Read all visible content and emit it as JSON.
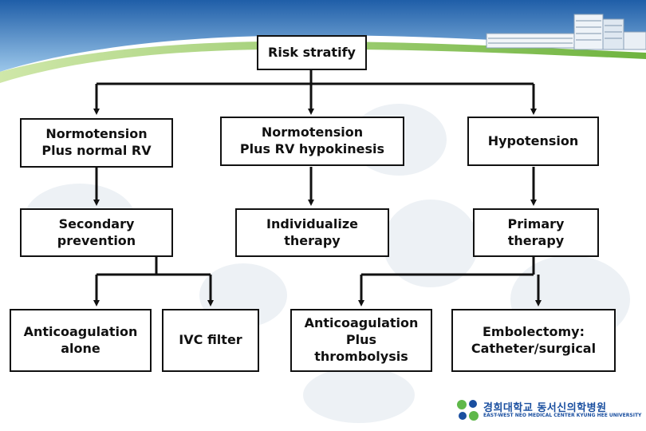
{
  "diagram": {
    "risk": "Risk stratify",
    "normotension_normal_rv": "Normotension\nPlus normal RV",
    "normotension_rv_hypokinesis": "Normotension\nPlus RV hypokinesis",
    "hypotension": "Hypotension",
    "secondary_prevention": "Secondary\nprevention",
    "individualize_therapy": "Individualize\ntherapy",
    "primary_therapy": "Primary\ntherapy",
    "anticoag_alone": "Anticoagulation\nalone",
    "ivc_filter": "IVC filter",
    "anticoag_thrombolysis": "Anticoagulation\nPlus\nthrombolysis",
    "embolectomy": "Embolectomy:\nCatheter/surgical"
  },
  "colors": {
    "banner_blue": "#2f6fb8",
    "banner_green": "#7cc04a",
    "logo_blue": "#1a4fa0",
    "logo_green": "#5fb84a"
  },
  "logo": {
    "ko": "경희대학교 동서신의학병원",
    "en": "EAST-WEST NEO MEDICAL CENTER KYUNG HEE UNIVERSITY"
  }
}
